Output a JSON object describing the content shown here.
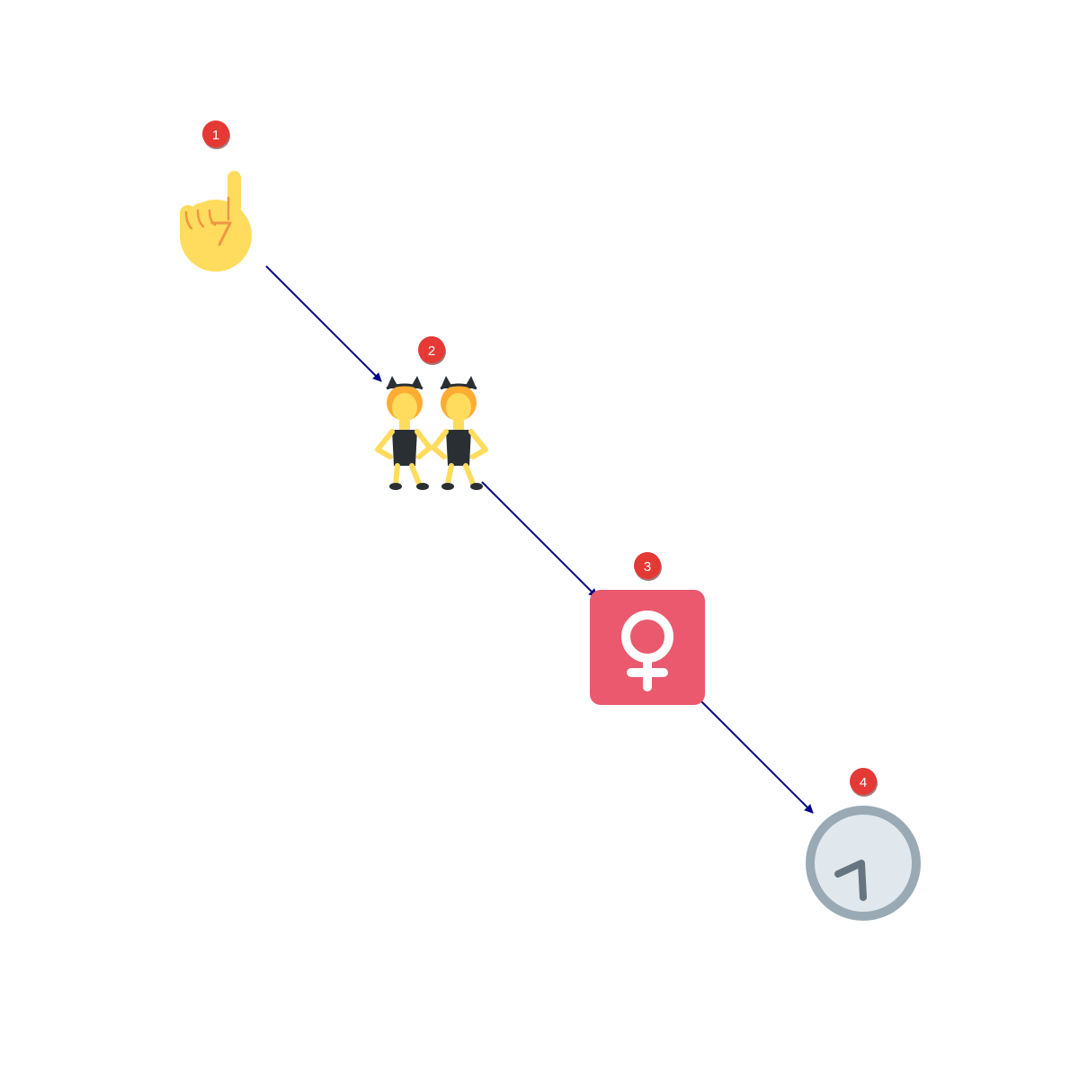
{
  "diagram": {
    "steps": [
      {
        "number": "1",
        "icon": "index-pointing-up-icon"
      },
      {
        "number": "2",
        "icon": "women-with-bunny-ears-icon"
      },
      {
        "number": "3",
        "icon": "female-sign-icon"
      },
      {
        "number": "4",
        "icon": "seven-oclock-icon"
      }
    ],
    "connectors": [
      {
        "from": "1",
        "to": "2"
      },
      {
        "from": "2",
        "to": "3"
      },
      {
        "from": "3",
        "to": "4"
      }
    ]
  },
  "colors": {
    "arrow": "#00008b",
    "badge": "#e53935",
    "badge_text": "#ffffff",
    "skin": "#ffdc5d",
    "finger_line": "#ef9645",
    "female_sign_bg": "#ea596e",
    "clock_ring": "#99aab5",
    "clock_face": "#e1e8ed",
    "clock_hands": "#66757f"
  }
}
